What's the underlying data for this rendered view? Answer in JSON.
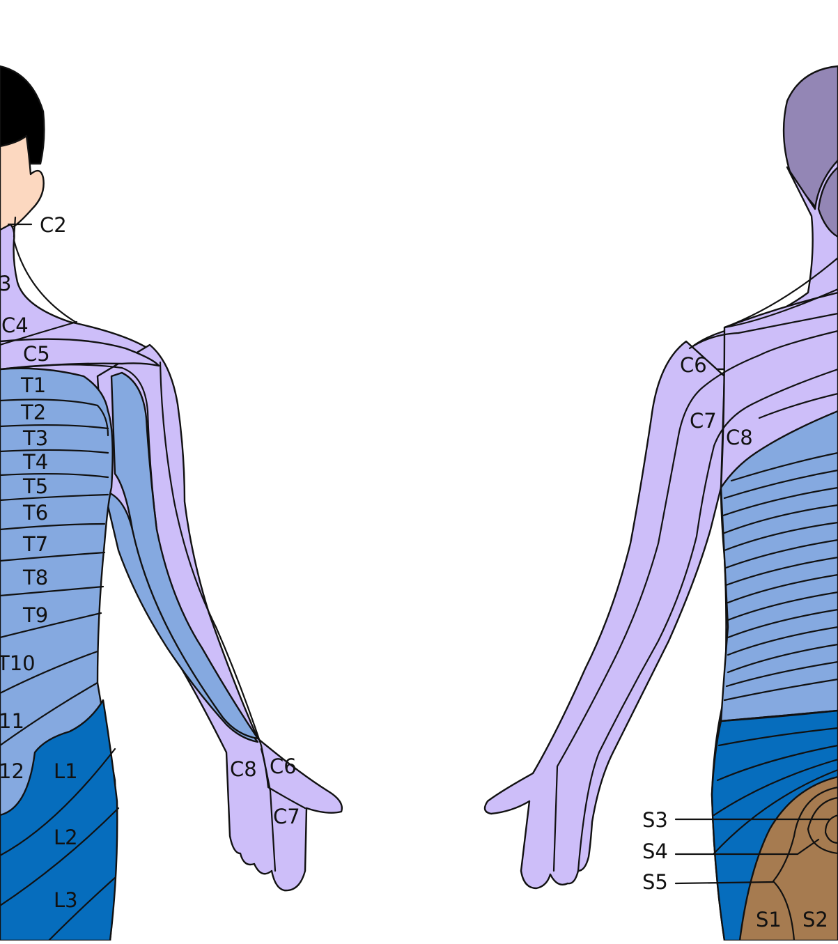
{
  "colors": {
    "skin": "#fcd8c0",
    "hair": "#000000",
    "cervical": "#cdbef9",
    "thoracic": "#85a9e0",
    "lumbar": "#066dbd",
    "sacral": "#a67b50",
    "occipital": "#9386b5",
    "outline": "#111111"
  },
  "front": {
    "labels": {
      "c2": "C2",
      "c3": "3",
      "c4": "C4",
      "c5": "C5",
      "t1": "T1",
      "t2": "T2",
      "t3": "T3",
      "t4": "T4",
      "t5": "T5",
      "t6": "T6",
      "t7": "T7",
      "t8": "T8",
      "t9": "T9",
      "t10": "T10",
      "t11": "11",
      "t12": "12",
      "l1": "L1",
      "l2": "L2",
      "l3": "L3",
      "hand_c8": "C8",
      "hand_c6": "C6",
      "hand_c7": "C7"
    }
  },
  "back": {
    "labels": {
      "c6": "C6",
      "c7": "C7",
      "c8": "C8",
      "s3": "S3",
      "s4": "S4",
      "s5": "S5",
      "s1": "S1",
      "s2": "S2"
    }
  }
}
